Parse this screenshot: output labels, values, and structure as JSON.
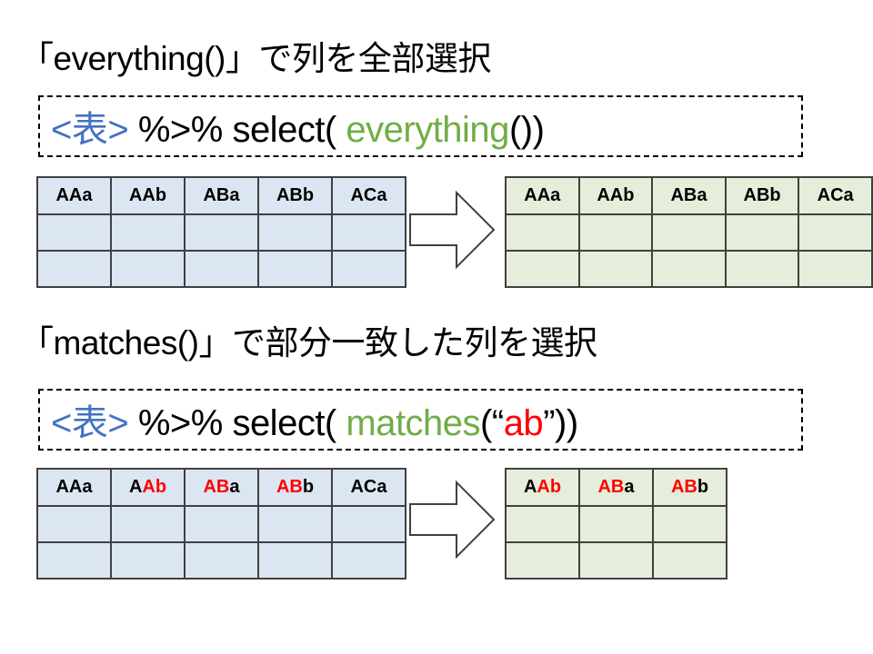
{
  "colors": {
    "black": "#000000",
    "blue": "#4472c4",
    "green": "#70ad47",
    "red": "#ff0000",
    "table_blue_fill": "#dce6f2",
    "table_green_fill": "#e4eeda",
    "table_border": "#404040"
  },
  "sections": [
    {
      "title": "「everything()」で列を全部選択",
      "code": [
        {
          "t": "<表>",
          "c": "blue"
        },
        {
          "t": " %>% select( ",
          "c": "black"
        },
        {
          "t": "everything",
          "c": "green"
        },
        {
          "t": "())",
          "c": "black"
        }
      ],
      "source_table": {
        "style": "blue",
        "headers": [
          [
            {
              "t": "AAa",
              "c": "black"
            }
          ],
          [
            {
              "t": "AAb",
              "c": "black"
            }
          ],
          [
            {
              "t": "ABa",
              "c": "black"
            }
          ],
          [
            {
              "t": "ABb",
              "c": "black"
            }
          ],
          [
            {
              "t": "ACa",
              "c": "black"
            }
          ]
        ],
        "empty_rows": 2
      },
      "result_table": {
        "style": "green",
        "headers": [
          [
            {
              "t": "AAa",
              "c": "black"
            }
          ],
          [
            {
              "t": "AAb",
              "c": "black"
            }
          ],
          [
            {
              "t": "ABa",
              "c": "black"
            }
          ],
          [
            {
              "t": "ABb",
              "c": "black"
            }
          ],
          [
            {
              "t": "ACa",
              "c": "black"
            }
          ]
        ],
        "empty_rows": 2
      }
    },
    {
      "title": "「matches()」で部分一致した列を選択",
      "code": [
        {
          "t": "<表>",
          "c": "blue"
        },
        {
          "t": " %>% select( ",
          "c": "black"
        },
        {
          "t": "matches",
          "c": "green"
        },
        {
          "t": "(“",
          "c": "black"
        },
        {
          "t": "ab",
          "c": "red"
        },
        {
          "t": "”))",
          "c": "black"
        }
      ],
      "source_table": {
        "style": "blue",
        "headers": [
          [
            {
              "t": "AAa",
              "c": "black"
            }
          ],
          [
            {
              "t": "A",
              "c": "black"
            },
            {
              "t": "Ab",
              "c": "red"
            }
          ],
          [
            {
              "t": "AB",
              "c": "red"
            },
            {
              "t": "a",
              "c": "black"
            }
          ],
          [
            {
              "t": "AB",
              "c": "red"
            },
            {
              "t": "b",
              "c": "black"
            }
          ],
          [
            {
              "t": "ACa",
              "c": "black"
            }
          ]
        ],
        "empty_rows": 2
      },
      "result_table": {
        "style": "green",
        "headers": [
          [
            {
              "t": "A",
              "c": "black"
            },
            {
              "t": "Ab",
              "c": "red"
            }
          ],
          [
            {
              "t": "AB",
              "c": "red"
            },
            {
              "t": "a",
              "c": "black"
            }
          ],
          [
            {
              "t": "AB",
              "c": "red"
            },
            {
              "t": "b",
              "c": "black"
            }
          ]
        ],
        "empty_rows": 2
      }
    }
  ]
}
